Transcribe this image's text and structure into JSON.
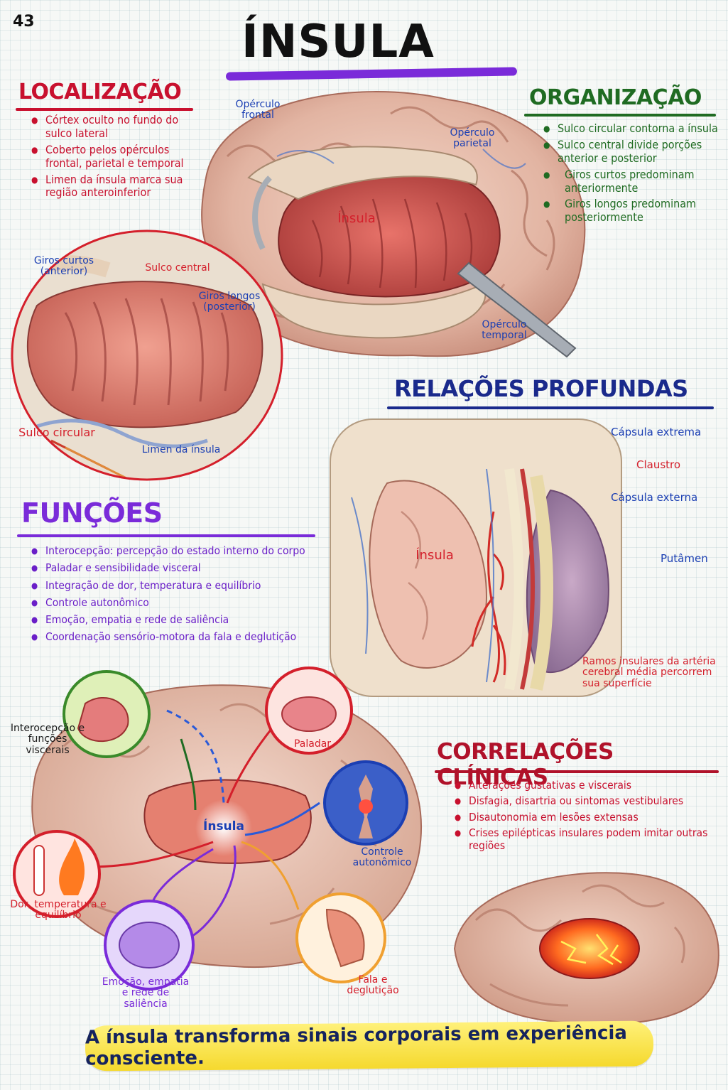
{
  "page_number": "43",
  "title": "ÍNSULA",
  "localizacao": {
    "heading": "LOCALIZAÇÃO",
    "items": [
      "Córtex oculto no fundo do sulco lateral",
      "Coberto pelos opérculos frontal, parietal e temporal",
      "Limen da ínsula marca sua região anteroinferior"
    ]
  },
  "organizacao": {
    "heading": "ORGANIZAÇÃO",
    "items": [
      "Sulco circular contorna a ínsula",
      "Sulco central divide porções anterior e posterior",
      "Giros curtos predominam anteriormente",
      "Giros longos predominam posteriormente"
    ]
  },
  "top_labels": {
    "operculo_frontal": "Opérculo frontal",
    "operculo_parietal": "Opérculo parietal",
    "operculo_temporal": "Opérculo temporal",
    "insula": "Ínsula"
  },
  "zoom_labels": {
    "giros_curtos": "Giros curtos (anterior)",
    "sulco_central": "Sulco central",
    "giros_longos": "Giros longos (posterior)",
    "sulco_circular": "Sulco circular",
    "limen": "Limen da ínsula"
  },
  "relacoes": {
    "heading": "RELAÇÕES PROFUNDAS",
    "capsula_extrema": "Cápsula extrema",
    "claustro": "Claustro",
    "capsula_externa": "Cápsula externa",
    "putamen": "Putâmen",
    "insula": "Ínsula",
    "ramos": "Ramos insulares da artéria cerebral média percorrem sua superfície"
  },
  "funcoes": {
    "heading": "FUNÇÕES",
    "items": [
      "Interocepção: percepção do estado interno do corpo",
      "Paladar e sensibilidade visceral",
      "Integração de dor, temperatura e equilíbrio",
      "Controle autonômico",
      "Emoção, empatia e rede de saliência",
      "Coordenação sensório-motora da fala e deglutição"
    ]
  },
  "diagram_labels": {
    "interocepcao": "Interocepção e funções viscerais",
    "paladar": "Paladar",
    "insula": "Ínsula",
    "controle": "Controle autonômico",
    "dor": "Dor, temperatura e equilíbrio",
    "emocao": "Emoção, empatia e rede de saliência",
    "fala": "Fala e deglutição"
  },
  "correlacoes": {
    "heading": "CORRELAÇÕES CLÍNICAS",
    "items": [
      "Alterações gustativas e viscerais",
      "Disfagia, disartria ou sintomas vestibulares",
      "Disautonomia em lesões extensas",
      "Crises epilépticas insulares podem imitar outras regiões"
    ]
  },
  "footer": "A ínsula transforma sinais corporais em experiência consciente.",
  "colors": {
    "localizacao": "#c8102e",
    "organizacao": "#1f6b22",
    "relacoes": "#1a2a8c",
    "funcoes": "#7a2bd9",
    "correlacoes": "#b0122a"
  }
}
